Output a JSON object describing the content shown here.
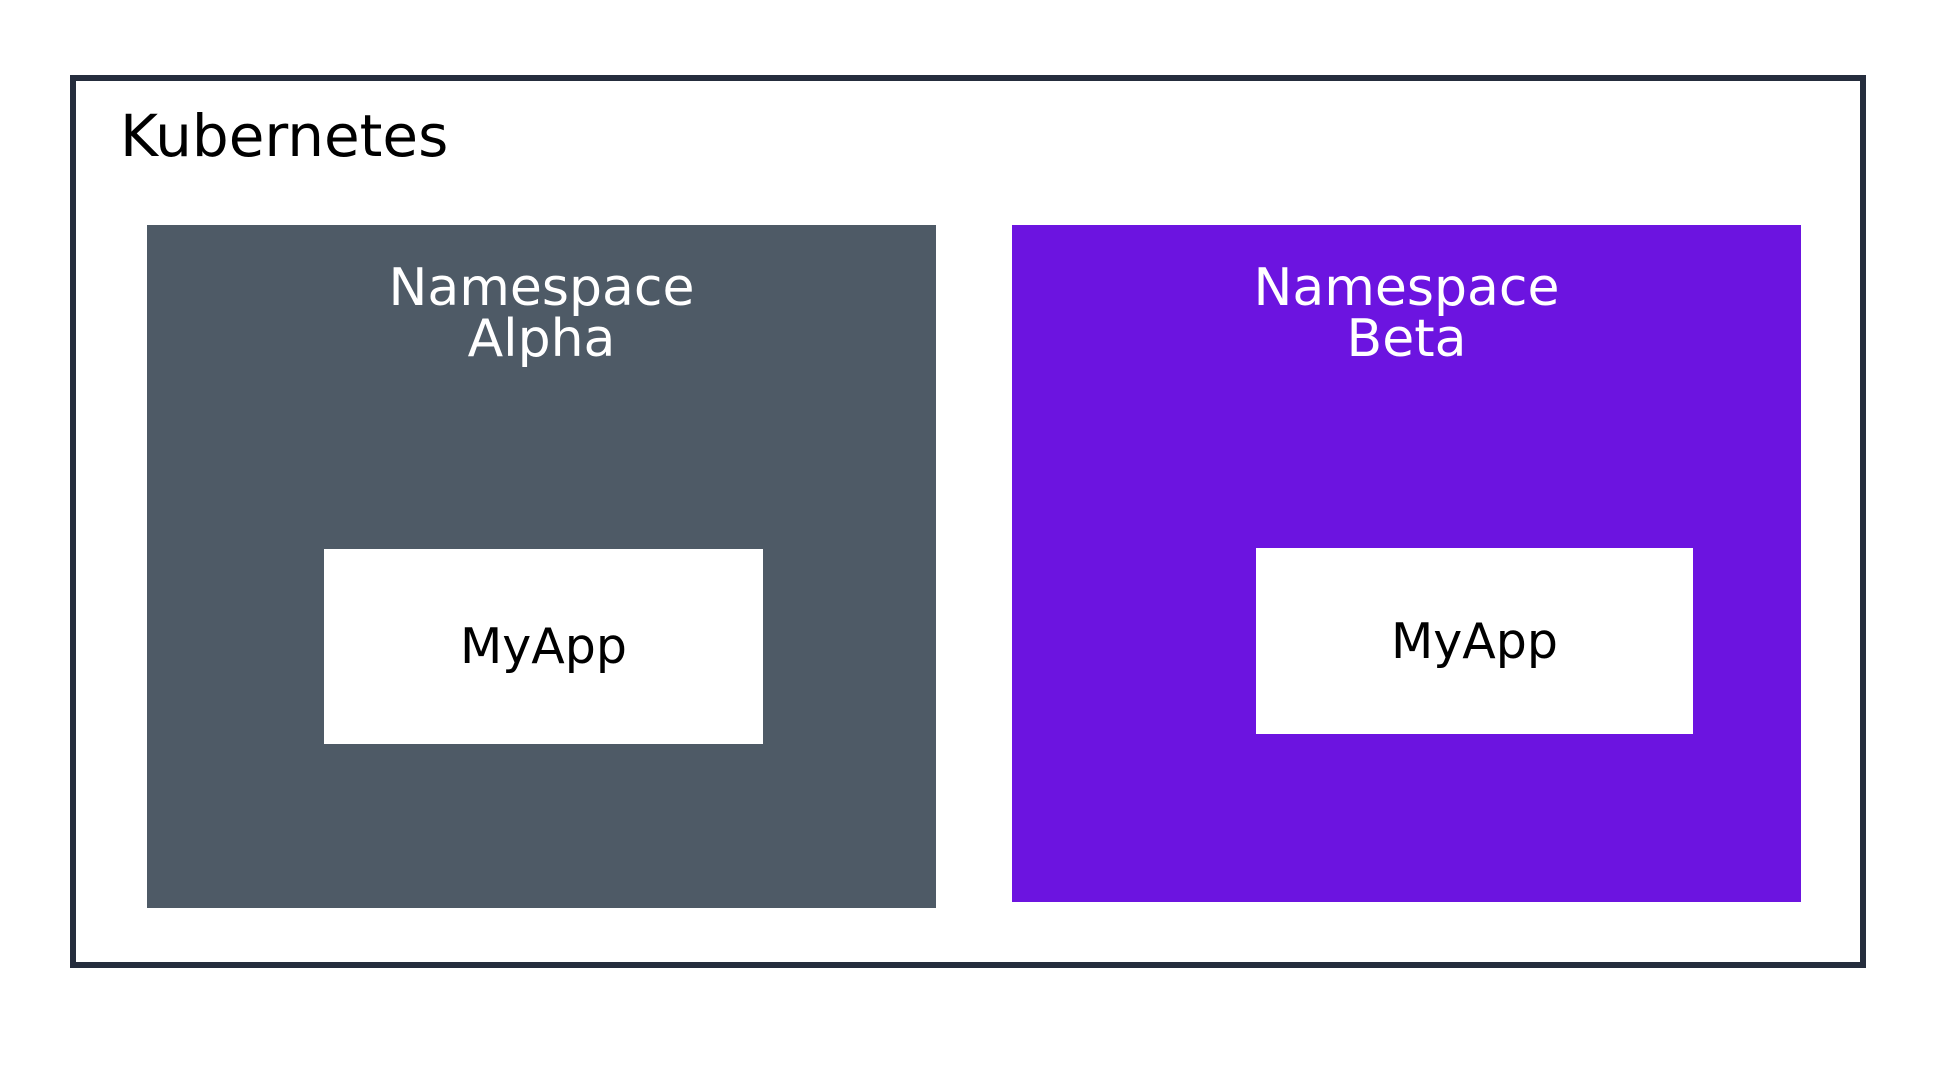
{
  "diagram": {
    "title": "Kubernetes",
    "background_color": "#ffffff",
    "border_color": "#252d3d",
    "title_color": "#000000"
  },
  "namespaces": [
    {
      "id": "alpha",
      "label_line1": "Namespace",
      "label_line2": "Alpha",
      "fill_color": "#4e5a66",
      "label_color": "#ffffff",
      "app": {
        "label": "MyApp",
        "fill_color": "#ffffff",
        "label_color": "#000000"
      }
    },
    {
      "id": "beta",
      "label_line1": "Namespace",
      "label_line2": "Beta",
      "fill_color": "#6c14e0",
      "label_color": "#ffffff",
      "app": {
        "label": "MyApp",
        "fill_color": "#ffffff",
        "label_color": "#000000"
      }
    }
  ]
}
